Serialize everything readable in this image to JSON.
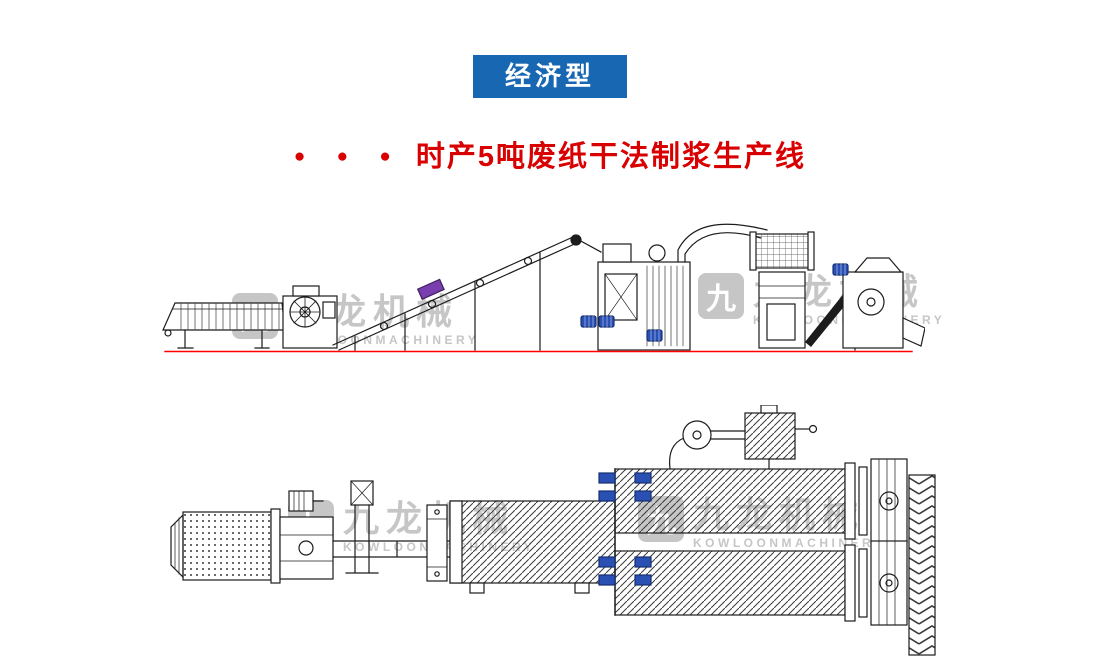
{
  "badge": {
    "label": "经济型"
  },
  "title": {
    "bullets": "● ● ●",
    "text": "时产5吨废纸干法制浆生产线"
  },
  "watermark": {
    "logo_glyph": "九",
    "name": "九龙机械",
    "latin": "KOWLOONMACHINERY"
  },
  "colors": {
    "badge-blue": "#1767b3",
    "title-red": "#d80000",
    "watermark-gray": "#c6c6c6",
    "line-dark": "#1c1c1c",
    "baseline-red": "#ff0000",
    "motor-blue": "#2b50b4",
    "magnet-purple": "#7a3fae"
  }
}
